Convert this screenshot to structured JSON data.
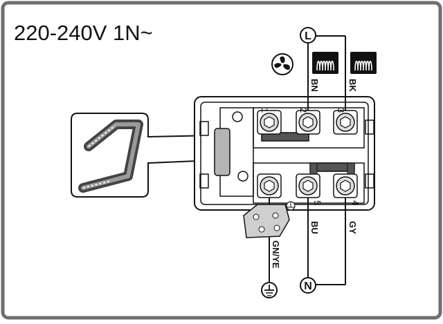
{
  "title": "220-240V 1N~",
  "terminals": {
    "t1": "1",
    "t2": "2",
    "t3": "3",
    "t4": "4",
    "t5": "5"
  },
  "wires": {
    "bn": "BN",
    "bk": "BK",
    "bu": "BU",
    "gy": "GY",
    "gnye": "GN/YE"
  },
  "nodes": {
    "live": "L",
    "neutral": "N"
  },
  "icons": {
    "fan": "fan-icon",
    "heating_element": "heating-element-icon",
    "ground": "ground-icon",
    "bridge_clip": "bridge-clip-icon"
  },
  "colors": {
    "line": "#111111",
    "border": "#6f6f6f",
    "gray_fill": "#cfcfcf",
    "dark_fill": "#555555"
  }
}
